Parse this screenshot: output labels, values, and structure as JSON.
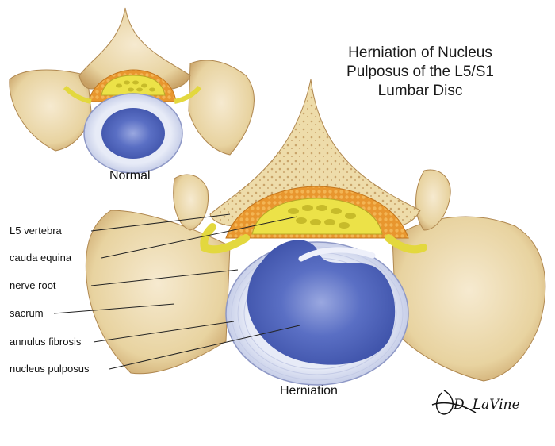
{
  "title_lines": [
    "Herniation of Nucleus",
    "Pulposus of the L5/S1",
    "Lumbar Disc"
  ],
  "captions": {
    "normal": "Normal",
    "herniation": "Herniation"
  },
  "labels": [
    "L5 vertebra",
    "cauda equina",
    "nerve root",
    "sacrum",
    "annulus fibrosis",
    "nucleus pulposus"
  ],
  "signature": "D. LaVine",
  "colors": {
    "bone": "#eedcaa",
    "bone_shadow": "#c9a46a",
    "spinal_canal_fat": "#e8962e",
    "nerve": "#e7df4a",
    "annulus": "#dfe5f3",
    "nucleus": "#4d63b8",
    "leader_line": "#222222"
  }
}
